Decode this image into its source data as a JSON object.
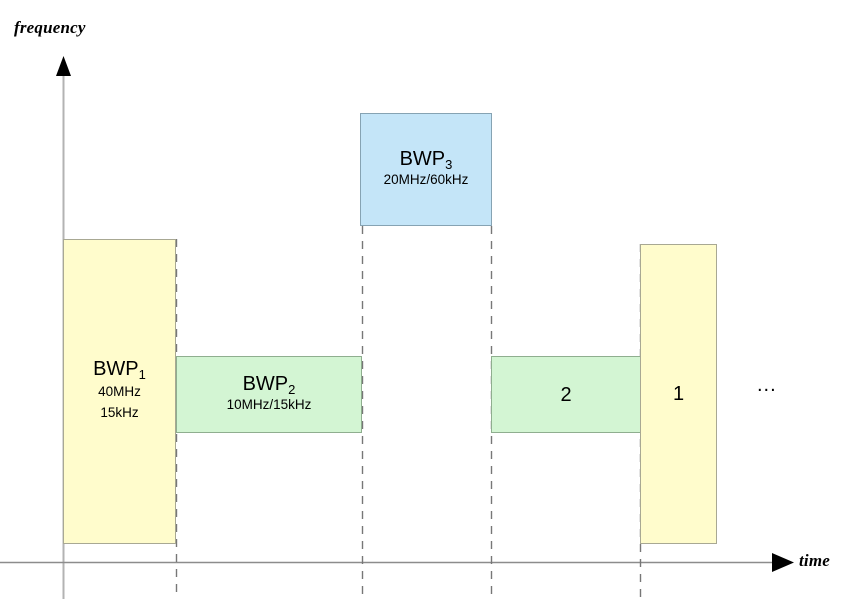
{
  "diagram": {
    "type": "bandwidth-part-timeline",
    "axes": {
      "y_label": "frequency",
      "x_label": "time"
    },
    "boxes": [
      {
        "id": "bwp1",
        "title": "BWP",
        "subscript": "1",
        "line2": "40MHz",
        "line3": "15kHz",
        "color": "#fffccc",
        "bandwidth": "40MHz",
        "subcarrier_spacing": "15kHz"
      },
      {
        "id": "bwp2",
        "title": "BWP",
        "subscript": "2",
        "line2": "10MHz/15kHz",
        "color": "#d3f5d3",
        "bandwidth": "10MHz",
        "subcarrier_spacing": "15kHz"
      },
      {
        "id": "bwp3",
        "title": "BWP",
        "subscript": "3",
        "line2": "20MHz/60kHz",
        "color": "#c4e5f8",
        "bandwidth": "20MHz",
        "subcarrier_spacing": "60kHz"
      },
      {
        "id": "bwp2b",
        "label": "2",
        "color": "#d3f5d3"
      },
      {
        "id": "bwp1b",
        "label": "1",
        "color": "#fffccc"
      }
    ],
    "continuation": "..."
  }
}
